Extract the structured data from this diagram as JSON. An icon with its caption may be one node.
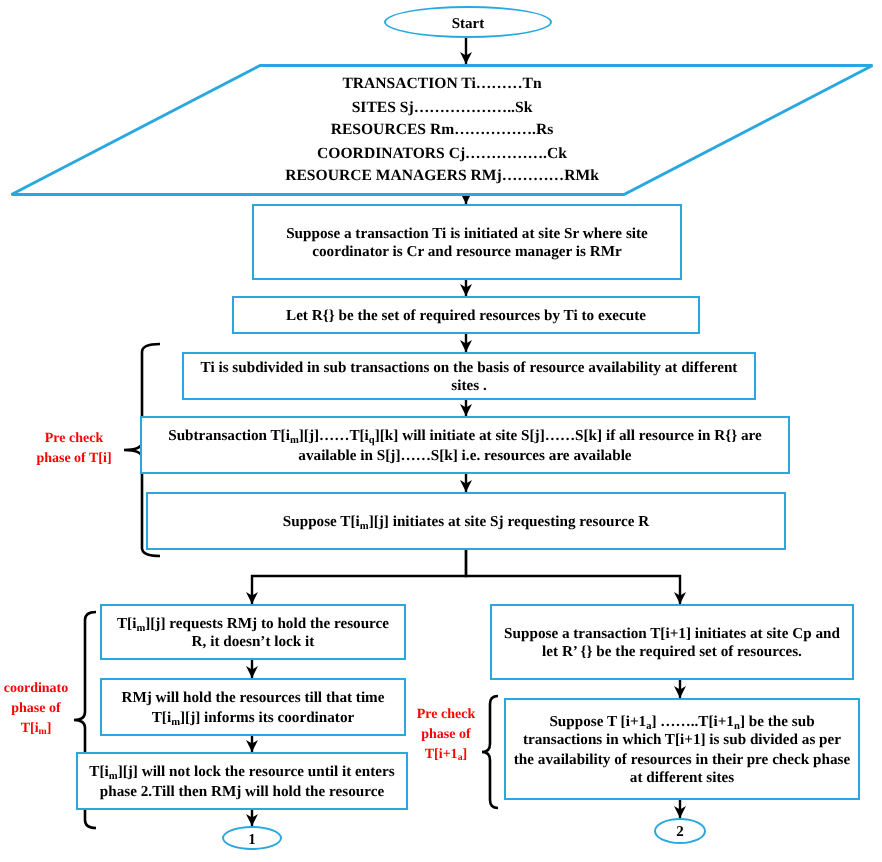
{
  "diagram": {
    "nodes": [
      {
        "text": [
          "Start"
        ]
      },
      {
        "text": [
          "TRANSACTION Ti………Tn",
          "SITES Sj………………..Sk",
          "RESOURCES Rm…………….Rs",
          "COORDINATORS Cj…………….Ck",
          "RESOURCE MANAGERS RMj…………RMk"
        ]
      },
      {
        "text": [
          "Suppose a transaction Ti is initiated at site Sr where site coordinator is Cr and resource manager is RMr"
        ]
      },
      {
        "text": [
          "Let R{} be the set of required resources by Ti to execute"
        ]
      },
      {
        "text": [
          "Ti is subdivided in sub transactions on the basis of resource availability at different sites ."
        ]
      },
      {
        "text": [
          "Subtransaction T[i$_{m}$][j]……T[i$_{q}$][k] will initiate at site S[j]……S[k] if all resource in R{} are available in S[j]……S[k] i.e. resources are available"
        ]
      },
      {
        "text": [
          "Suppose T[i$_{m}$][j] initiates at site Sj requesting resource R"
        ]
      },
      {
        "text": [
          "T[i$_{m}$][j] requests RMj to hold the resource R, it doesn’t lock it"
        ]
      },
      {
        "text": [
          "RMj will hold the resources till that time T[i$_{m}$][j] informs its coordinator"
        ]
      },
      {
        "text": [
          "T[i$_{m}$][j] will not lock the resource until it enters phase 2.Till then RMj will hold the resource"
        ]
      },
      {
        "text": [
          "1"
        ]
      },
      {
        "text": [
          "Suppose a transaction T[i+1] initiates at site Cp and let R’ {} be the required set of resources."
        ]
      },
      {
        "text": [
          "Suppose T [i+1$_{a}$] ……..T[i+1$_{n}$] be the sub transactions in which T[i+1] is sub divided as per the availability of resources in their pre check phase at different sites"
        ]
      },
      {
        "text": [
          "2"
        ]
      }
    ],
    "edges": [
      {
        "from": 0,
        "to": 1,
        "arrow": "to"
      },
      {
        "from": 1,
        "to": 2,
        "arrow": "to"
      },
      {
        "from": 2,
        "to": 3,
        "arrow": "to"
      },
      {
        "from": 3,
        "to": 4,
        "arrow": "to"
      },
      {
        "from": 4,
        "to": 5,
        "arrow": "to"
      },
      {
        "from": 5,
        "to": 6,
        "arrow": "to"
      },
      {
        "from": 6,
        "to": 7,
        "arrow": "to"
      },
      {
        "from": 6,
        "to": 11,
        "arrow": "to"
      },
      {
        "from": 7,
        "to": 8,
        "arrow": "to"
      },
      {
        "from": 8,
        "to": 9,
        "arrow": "to"
      },
      {
        "from": 9,
        "to": 10,
        "arrow": "to"
      },
      {
        "from": 11,
        "to": 12,
        "arrow": "to"
      },
      {
        "from": 12,
        "to": 13,
        "arrow": "to"
      }
    ],
    "labels": [
      "Pre check phase of T[i]",
      "coordinato phase of T[i$_{m}$]",
      "Pre check phase of T[i+1$_{a}$]"
    ]
  }
}
